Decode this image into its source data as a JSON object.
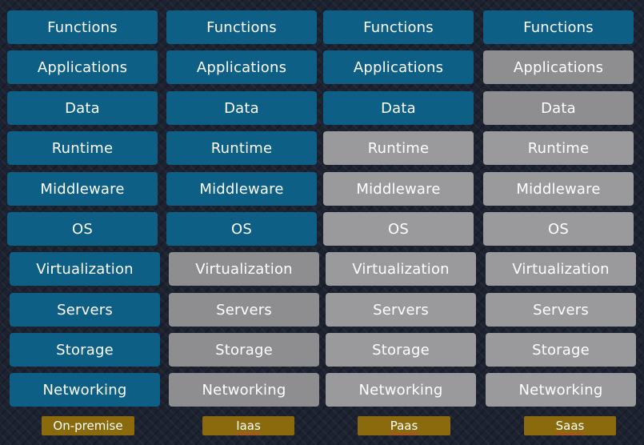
{
  "columns": [
    {
      "label": "On-premise",
      "layers": [
        {
          "name": "Functions",
          "managed_by": "customer"
        },
        {
          "name": "Applications",
          "managed_by": "customer"
        },
        {
          "name": "Data",
          "managed_by": "customer"
        },
        {
          "name": "Runtime",
          "managed_by": "customer"
        },
        {
          "name": "Middleware",
          "managed_by": "customer"
        },
        {
          "name": "OS",
          "managed_by": "customer"
        },
        {
          "name": "Virtualization",
          "managed_by": "customer"
        },
        {
          "name": "Servers",
          "managed_by": "customer"
        },
        {
          "name": "Storage",
          "managed_by": "customer"
        },
        {
          "name": "Networking",
          "managed_by": "customer"
        }
      ]
    },
    {
      "label": "Iaas",
      "layers": [
        {
          "name": "Functions",
          "managed_by": "customer"
        },
        {
          "name": "Applications",
          "managed_by": "customer"
        },
        {
          "name": "Data",
          "managed_by": "customer"
        },
        {
          "name": "Runtime",
          "managed_by": "customer"
        },
        {
          "name": "Middleware",
          "managed_by": "customer"
        },
        {
          "name": "OS",
          "managed_by": "customer"
        },
        {
          "name": "Virtualization",
          "managed_by": "provider"
        },
        {
          "name": "Servers",
          "managed_by": "provider"
        },
        {
          "name": "Storage",
          "managed_by": "provider"
        },
        {
          "name": "Networking",
          "managed_by": "provider"
        }
      ]
    },
    {
      "label": "Paas",
      "layers": [
        {
          "name": "Functions",
          "managed_by": "customer"
        },
        {
          "name": "Applications",
          "managed_by": "customer"
        },
        {
          "name": "Data",
          "managed_by": "customer"
        },
        {
          "name": "Runtime",
          "managed_by": "provider"
        },
        {
          "name": "Middleware",
          "managed_by": "provider"
        },
        {
          "name": "OS",
          "managed_by": "provider"
        },
        {
          "name": "Virtualization",
          "managed_by": "provider"
        },
        {
          "name": "Servers",
          "managed_by": "provider"
        },
        {
          "name": "Storage",
          "managed_by": "provider"
        },
        {
          "name": "Networking",
          "managed_by": "provider"
        }
      ]
    },
    {
      "label": "Saas",
      "layers": [
        {
          "name": "Functions",
          "managed_by": "customer"
        },
        {
          "name": "Applications",
          "managed_by": "provider"
        },
        {
          "name": "Data",
          "managed_by": "provider"
        },
        {
          "name": "Runtime",
          "managed_by": "provider"
        },
        {
          "name": "Middleware",
          "managed_by": "provider"
        },
        {
          "name": "OS",
          "managed_by": "provider"
        },
        {
          "name": "Virtualization",
          "managed_by": "provider"
        },
        {
          "name": "Servers",
          "managed_by": "provider"
        },
        {
          "name": "Storage",
          "managed_by": "provider"
        },
        {
          "name": "Networking",
          "managed_by": "provider"
        }
      ]
    }
  ],
  "colors": {
    "customer_managed": "#0e5f86",
    "provider_managed": "#8e8e90",
    "label_badge": "#8a6a0c",
    "background": "#1c2230"
  }
}
